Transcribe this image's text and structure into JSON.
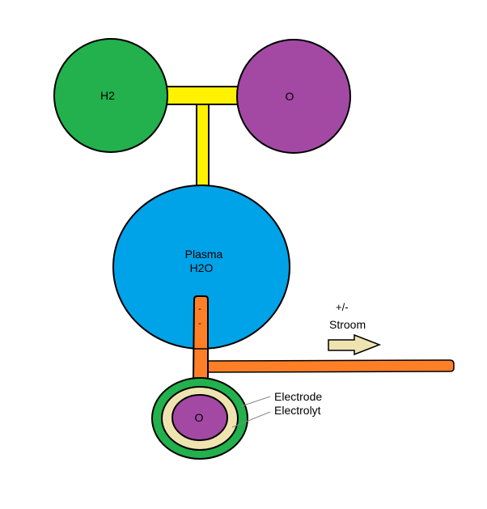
{
  "diagram": {
    "nodes": {
      "h2": {
        "label": "H2",
        "color": "#22b14c"
      },
      "oxygen_top": {
        "label": "O",
        "color": "#a349a4"
      },
      "plasma": {
        "line1": "Plasma",
        "line2": "H2O",
        "color": "#00a2e8"
      },
      "cell": {
        "core_label": "O",
        "electrode_color": "#22b14c",
        "electrolyte_color": "#efe4b0",
        "core_color": "#a349a4"
      }
    },
    "connectors": {
      "yellow": "#fff200",
      "orange": "#ff7f27"
    },
    "polarity_marks": [
      "-",
      "-"
    ],
    "labels": {
      "electrode": "Electrode",
      "electrolyte": "Electrolyt",
      "polarity": "+/-",
      "current": "Stroom"
    },
    "arrow_color": "#efe4b0"
  }
}
